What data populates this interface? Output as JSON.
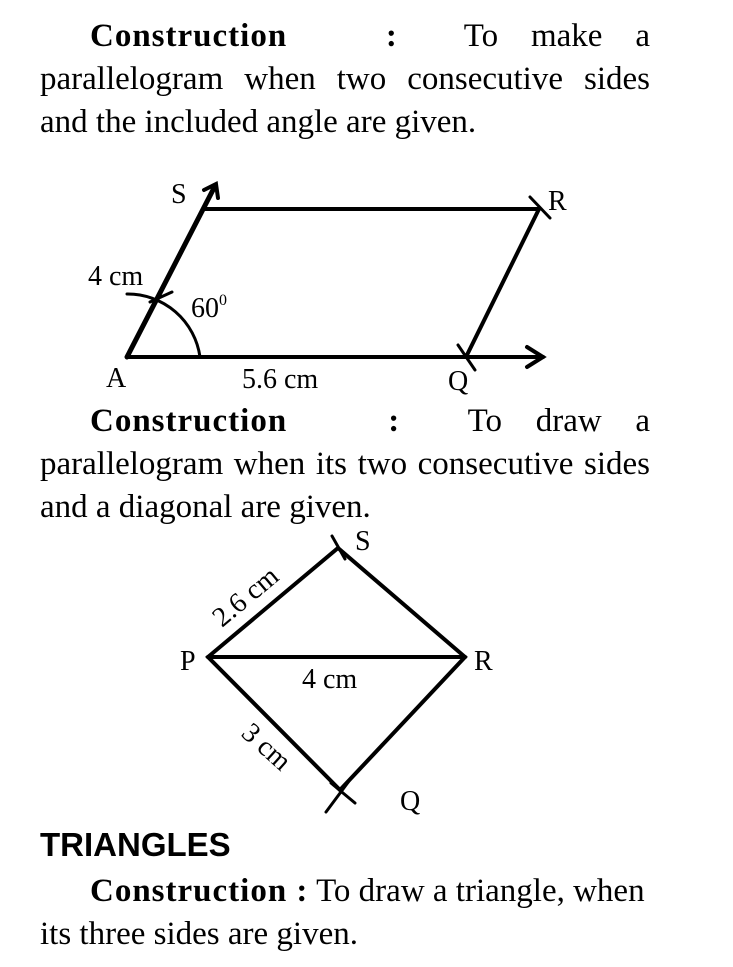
{
  "section1": {
    "label": "Construction",
    "colon": ":",
    "line1_rest": "To make a",
    "rest": "parallelogram when two consecutive sides and the included angle are given."
  },
  "diagram1": {
    "vertex_a": "A",
    "vertex_q": "Q",
    "vertex_r": "R",
    "vertex_s": "S",
    "side_as": "4 cm",
    "side_aq": "5.6 cm",
    "angle": "60",
    "angle_sup": "0"
  },
  "section2": {
    "label": "Construction",
    "colon": ":",
    "line1_rest": "To draw a",
    "rest": "parallelogram when its two consecutive sides and a diagonal are given."
  },
  "diagram2": {
    "vertex_p": "P",
    "vertex_q": "Q",
    "vertex_r": "R",
    "vertex_s": "S",
    "side_ps": "2.6 cm",
    "diagonal_pr": "4 cm",
    "side_pq": "3 cm"
  },
  "triangles": {
    "heading": "TRIANGLES",
    "label": "Construction :",
    "text": "To draw a triangle, when its three sides are given."
  }
}
